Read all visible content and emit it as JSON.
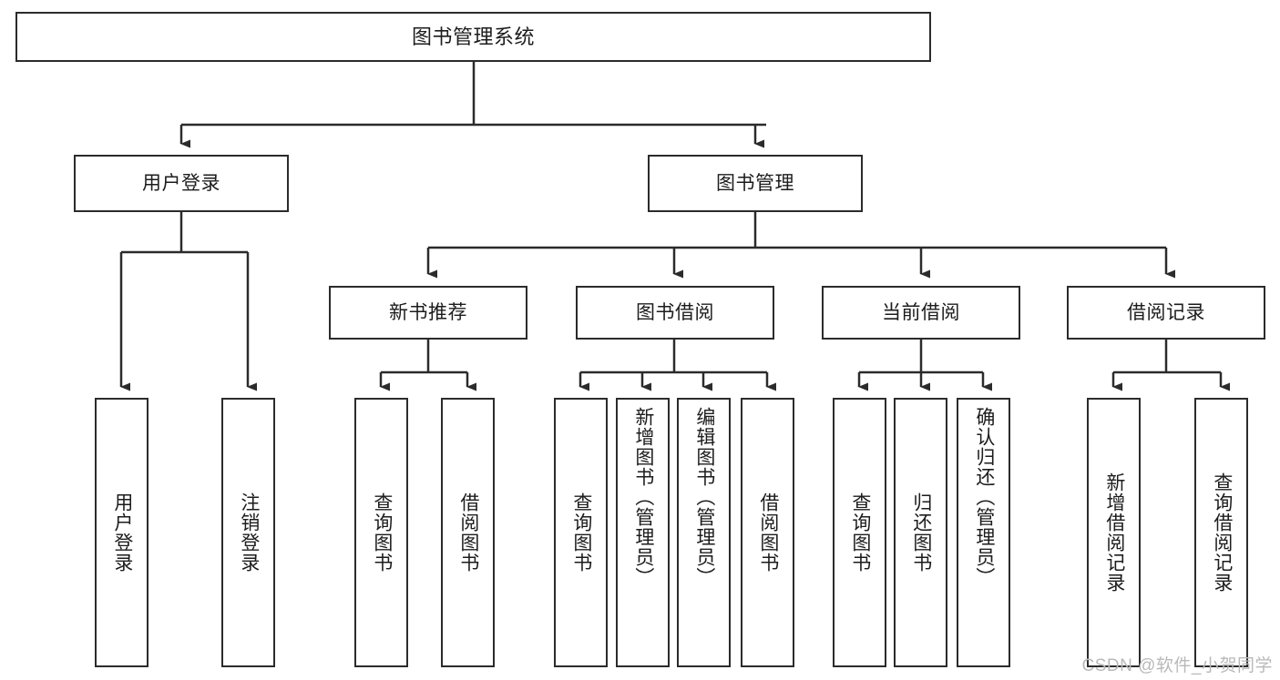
{
  "diagram": {
    "title": "图书管理系统",
    "type": "tree-hierarchy",
    "root": {
      "id": "root",
      "label": "图书管理系统"
    },
    "level2": [
      {
        "id": "user-login",
        "label": "用户登录"
      },
      {
        "id": "book-manage",
        "label": "图书管理"
      }
    ],
    "level3": [
      {
        "id": "new-book-recommend",
        "label": "新书推荐",
        "parent": "book-manage"
      },
      {
        "id": "book-borrow",
        "label": "图书借阅",
        "parent": "book-manage"
      },
      {
        "id": "current-borrow",
        "label": "当前借阅",
        "parent": "book-manage"
      },
      {
        "id": "borrow-record",
        "label": "借阅记录",
        "parent": "book-manage"
      }
    ],
    "leaves": [
      {
        "id": "leaf-user-login",
        "label": "用户登录",
        "parent": "user-login"
      },
      {
        "id": "leaf-user-logout",
        "label": "注销登录",
        "parent": "user-login"
      },
      {
        "id": "leaf-query-book-1",
        "label": "查询图书",
        "parent": "new-book-recommend"
      },
      {
        "id": "leaf-borrow-book-1",
        "label": "借阅图书",
        "parent": "new-book-recommend"
      },
      {
        "id": "leaf-query-book-2",
        "label": "查询图书",
        "parent": "book-borrow"
      },
      {
        "id": "leaf-add-book",
        "label": "新增图书（管理员）",
        "parent": "book-borrow"
      },
      {
        "id": "leaf-edit-book",
        "label": "编辑图书（管理员）",
        "parent": "book-borrow"
      },
      {
        "id": "leaf-borrow-book-2",
        "label": "借阅图书",
        "parent": "book-borrow"
      },
      {
        "id": "leaf-query-book-3",
        "label": "查询图书",
        "parent": "current-borrow"
      },
      {
        "id": "leaf-return-book",
        "label": "归还图书",
        "parent": "current-borrow"
      },
      {
        "id": "leaf-confirm-return",
        "label": "确认归还（管理员）",
        "parent": "current-borrow"
      },
      {
        "id": "leaf-add-record",
        "label": "新增借阅记录",
        "parent": "borrow-record"
      },
      {
        "id": "leaf-query-record",
        "label": "查询借阅记录",
        "parent": "borrow-record"
      }
    ],
    "colors": {
      "stroke": "#2b2b2b",
      "fill": "#ffffff",
      "text": "#1c1c1c",
      "watermark": "#b9b9b9"
    }
  },
  "watermark": {
    "text": "CSDN @软件_小贺同学"
  }
}
